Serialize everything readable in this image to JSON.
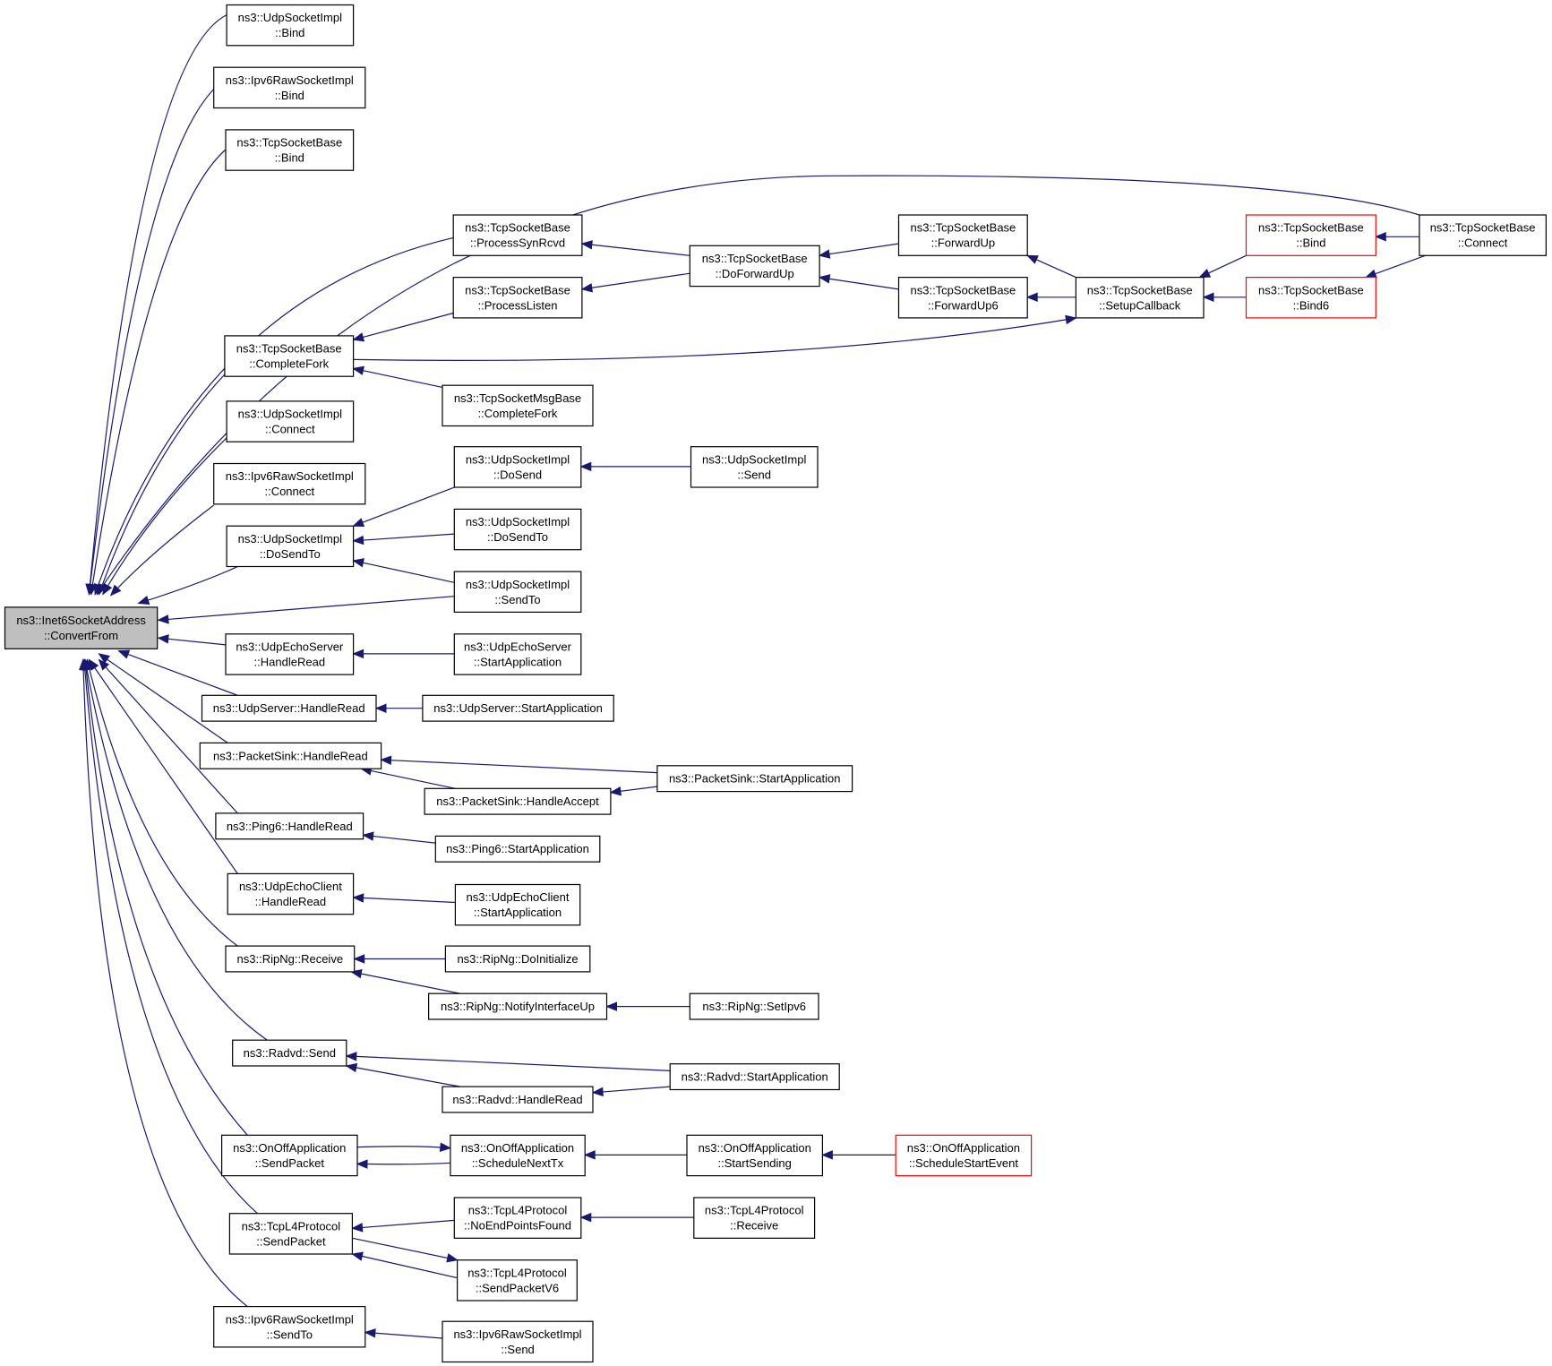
{
  "graph": {
    "root": "root",
    "nodes": [
      {
        "id": "root",
        "lines": [
          "ns3::Inet6SocketAddress",
          "::ConvertFrom"
        ],
        "root": true
      },
      {
        "id": "udp_bind",
        "lines": [
          "ns3::UdpSocketImpl",
          "::Bind"
        ]
      },
      {
        "id": "ip6raw_bind",
        "lines": [
          "ns3::Ipv6RawSocketImpl",
          "::Bind"
        ]
      },
      {
        "id": "tcp_bind",
        "lines": [
          "ns3::TcpSocketBase",
          "::Bind"
        ]
      },
      {
        "id": "tcp_complete",
        "lines": [
          "ns3::TcpSocketBase",
          "::CompleteFork"
        ]
      },
      {
        "id": "udp_connect",
        "lines": [
          "ns3::UdpSocketImpl",
          "::Connect"
        ]
      },
      {
        "id": "ip6raw_connect",
        "lines": [
          "ns3::Ipv6RawSocketImpl",
          "::Connect"
        ]
      },
      {
        "id": "udp_dosendto",
        "lines": [
          "ns3::UdpSocketImpl",
          "::DoSendTo"
        ]
      },
      {
        "id": "echoserver_read",
        "lines": [
          "ns3::UdpEchoServer",
          "::HandleRead"
        ]
      },
      {
        "id": "udpserver_read",
        "lines": [
          "ns3::UdpServer::HandleRead"
        ]
      },
      {
        "id": "sink_read",
        "lines": [
          "ns3::PacketSink::HandleRead"
        ]
      },
      {
        "id": "ping6_read",
        "lines": [
          "ns3::Ping6::HandleRead"
        ]
      },
      {
        "id": "echoclient_read",
        "lines": [
          "ns3::UdpEchoClient",
          "::HandleRead"
        ]
      },
      {
        "id": "ripng_receive",
        "lines": [
          "ns3::RipNg::Receive"
        ]
      },
      {
        "id": "radvd_send",
        "lines": [
          "ns3::Radvd::Send"
        ]
      },
      {
        "id": "onoff_sendpacket",
        "lines": [
          "ns3::OnOffApplication",
          "::SendPacket"
        ]
      },
      {
        "id": "tcpl4_sendpacket",
        "lines": [
          "ns3::TcpL4Protocol",
          "::SendPacket"
        ]
      },
      {
        "id": "ip6raw_sendto",
        "lines": [
          "ns3::Ipv6RawSocketImpl",
          "::SendTo"
        ]
      },
      {
        "id": "tcp_processsyn",
        "lines": [
          "ns3::TcpSocketBase",
          "::ProcessSynRcvd"
        ]
      },
      {
        "id": "tcp_processlisten",
        "lines": [
          "ns3::TcpSocketBase",
          "::ProcessListen"
        ]
      },
      {
        "id": "tcpmsg_complete",
        "lines": [
          "ns3::TcpSocketMsgBase",
          "::CompleteFork"
        ]
      },
      {
        "id": "udp_dosend",
        "lines": [
          "ns3::UdpSocketImpl",
          "::DoSend"
        ]
      },
      {
        "id": "udp_dosendto2",
        "lines": [
          "ns3::UdpSocketImpl",
          "::DoSendTo"
        ]
      },
      {
        "id": "udp_sendto",
        "lines": [
          "ns3::UdpSocketImpl",
          "::SendTo"
        ]
      },
      {
        "id": "echoserver_start",
        "lines": [
          "ns3::UdpEchoServer",
          "::StartApplication"
        ]
      },
      {
        "id": "udpserver_start",
        "lines": [
          "ns3::UdpServer::StartApplication"
        ]
      },
      {
        "id": "sink_accept",
        "lines": [
          "ns3::PacketSink::HandleAccept"
        ]
      },
      {
        "id": "ping6_start",
        "lines": [
          "ns3::Ping6::StartApplication"
        ]
      },
      {
        "id": "echoclient_start",
        "lines": [
          "ns3::UdpEchoClient",
          "::StartApplication"
        ]
      },
      {
        "id": "ripng_doinit",
        "lines": [
          "ns3::RipNg::DoInitialize"
        ]
      },
      {
        "id": "ripng_notify",
        "lines": [
          "ns3::RipNg::NotifyInterfaceUp"
        ]
      },
      {
        "id": "radvd_read",
        "lines": [
          "ns3::Radvd::HandleRead"
        ]
      },
      {
        "id": "onoff_schedule",
        "lines": [
          "ns3::OnOffApplication",
          "::ScheduleNextTx"
        ]
      },
      {
        "id": "tcpl4_noend",
        "lines": [
          "ns3::TcpL4Protocol",
          "::NoEndPointsFound"
        ]
      },
      {
        "id": "tcpl4_sendv6",
        "lines": [
          "ns3::TcpL4Protocol",
          "::SendPacketV6"
        ]
      },
      {
        "id": "ip6raw_send",
        "lines": [
          "ns3::Ipv6RawSocketImpl",
          "::Send"
        ]
      },
      {
        "id": "tcp_doforward",
        "lines": [
          "ns3::TcpSocketBase",
          "::DoForwardUp"
        ]
      },
      {
        "id": "udp_send",
        "lines": [
          "ns3::UdpSocketImpl",
          "::Send"
        ]
      },
      {
        "id": "sink_start",
        "lines": [
          "ns3::PacketSink::StartApplication"
        ]
      },
      {
        "id": "ripng_setipv6",
        "lines": [
          "ns3::RipNg::SetIpv6"
        ]
      },
      {
        "id": "radvd_start",
        "lines": [
          "ns3::Radvd::StartApplication"
        ]
      },
      {
        "id": "onoff_startsending",
        "lines": [
          "ns3::OnOffApplication",
          "::StartSending"
        ]
      },
      {
        "id": "tcpl4_receive",
        "lines": [
          "ns3::TcpL4Protocol",
          "::Receive"
        ]
      },
      {
        "id": "tcp_forwardup",
        "lines": [
          "ns3::TcpSocketBase",
          "::ForwardUp"
        ]
      },
      {
        "id": "tcp_forwardup6",
        "lines": [
          "ns3::TcpSocketBase",
          "::ForwardUp6"
        ]
      },
      {
        "id": "onoff_schedstart",
        "lines": [
          "ns3::OnOffApplication",
          "::ScheduleStartEvent"
        ],
        "red": true
      },
      {
        "id": "tcp_setupcb",
        "lines": [
          "ns3::TcpSocketBase",
          "::SetupCallback"
        ]
      },
      {
        "id": "tcp_bind_red",
        "lines": [
          "ns3::TcpSocketBase",
          "::Bind"
        ],
        "red": true
      },
      {
        "id": "tcp_bind6_red",
        "lines": [
          "ns3::TcpSocketBase",
          "::Bind6"
        ],
        "red": true
      },
      {
        "id": "tcp_connect",
        "lines": [
          "ns3::TcpSocketBase",
          "::Connect"
        ]
      }
    ],
    "edges": [
      [
        "udp_bind",
        "root"
      ],
      [
        "ip6raw_bind",
        "root"
      ],
      [
        "tcp_bind",
        "root"
      ],
      [
        "tcp_processsyn",
        "root"
      ],
      [
        "tcp_connect",
        "root"
      ],
      [
        "tcp_complete",
        "root"
      ],
      [
        "udp_connect",
        "root"
      ],
      [
        "ip6raw_connect",
        "root"
      ],
      [
        "udp_dosendto",
        "root"
      ],
      [
        "udp_sendto",
        "root"
      ],
      [
        "echoserver_read",
        "root"
      ],
      [
        "udpserver_read",
        "root"
      ],
      [
        "sink_read",
        "root"
      ],
      [
        "ping6_read",
        "root"
      ],
      [
        "echoclient_read",
        "root"
      ],
      [
        "ripng_receive",
        "root"
      ],
      [
        "radvd_send",
        "root"
      ],
      [
        "onoff_sendpacket",
        "root"
      ],
      [
        "tcpl4_sendpacket",
        "root"
      ],
      [
        "ip6raw_sendto",
        "root"
      ],
      [
        "tcp_doforward",
        "tcp_processsyn"
      ],
      [
        "tcp_doforward",
        "tcp_processlisten"
      ],
      [
        "tcp_processlisten",
        "tcp_complete"
      ],
      [
        "tcpmsg_complete",
        "tcp_complete"
      ],
      [
        "tcp_complete",
        "tcp_setupcb"
      ],
      [
        "tcp_forwardup",
        "tcp_doforward"
      ],
      [
        "tcp_forwardup6",
        "tcp_doforward"
      ],
      [
        "tcp_setupcb",
        "tcp_forwardup"
      ],
      [
        "tcp_setupcb",
        "tcp_forwardup6"
      ],
      [
        "tcp_bind_red",
        "tcp_setupcb"
      ],
      [
        "tcp_bind6_red",
        "tcp_setupcb"
      ],
      [
        "tcp_connect",
        "tcp_bind_red"
      ],
      [
        "tcp_connect",
        "tcp_bind6_red"
      ],
      [
        "udp_dosend",
        "udp_dosendto"
      ],
      [
        "udp_dosendto2",
        "udp_dosendto"
      ],
      [
        "udp_sendto",
        "udp_dosendto"
      ],
      [
        "udp_send",
        "udp_dosend"
      ],
      [
        "echoserver_start",
        "echoserver_read"
      ],
      [
        "udpserver_start",
        "udpserver_read"
      ],
      [
        "sink_start",
        "sink_read"
      ],
      [
        "sink_accept",
        "sink_read"
      ],
      [
        "sink_start",
        "sink_accept"
      ],
      [
        "ping6_start",
        "ping6_read"
      ],
      [
        "echoclient_start",
        "echoclient_read"
      ],
      [
        "ripng_doinit",
        "ripng_receive"
      ],
      [
        "ripng_notify",
        "ripng_receive"
      ],
      [
        "ripng_setipv6",
        "ripng_notify"
      ],
      [
        "radvd_start",
        "radvd_send"
      ],
      [
        "radvd_read",
        "radvd_send"
      ],
      [
        "radvd_start",
        "radvd_read"
      ],
      [
        "onoff_schedule",
        "onoff_sendpacket"
      ],
      [
        "onoff_sendpacket",
        "onoff_schedule"
      ],
      [
        "onoff_startsending",
        "onoff_schedule"
      ],
      [
        "onoff_schedstart",
        "onoff_startsending"
      ],
      [
        "tcpl4_noend",
        "tcpl4_sendpacket"
      ],
      [
        "tcpl4_sendv6",
        "tcpl4_sendpacket"
      ],
      [
        "tcpl4_sendpacket",
        "tcpl4_sendv6"
      ],
      [
        "tcpl4_receive",
        "tcpl4_noend"
      ],
      [
        "ip6raw_send",
        "ip6raw_sendto"
      ]
    ]
  },
  "colors": {
    "edge": "#191970",
    "node_border": "#000000",
    "node_border_highlight": "#ff0000",
    "root_fill": "#bfbfbf",
    "background": "#ffffff"
  }
}
